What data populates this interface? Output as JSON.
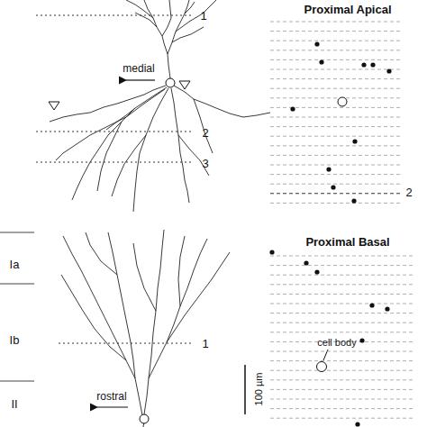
{
  "diagram": {
    "labels": [
      "1",
      "medial",
      "2",
      "3",
      "Proximal Apical",
      "2",
      "Proximal Basal",
      "Ia",
      "Ib",
      "cell body",
      "1",
      "II",
      "rostral",
      "100 µm"
    ]
  }
}
